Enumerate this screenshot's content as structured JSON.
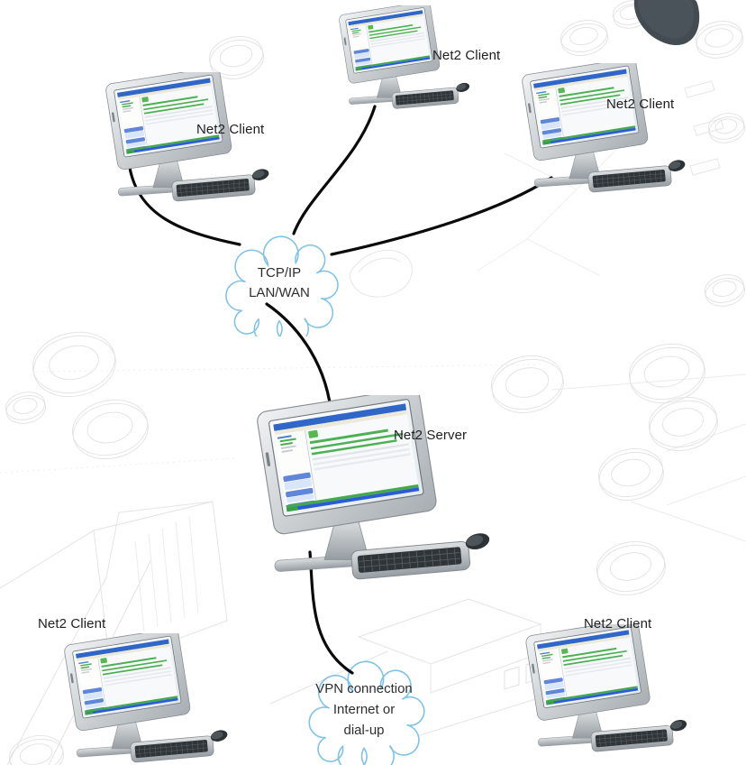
{
  "diagram": {
    "nodes": [
      {
        "id": "client-top-left",
        "type": "client",
        "label": "Net2 Client"
      },
      {
        "id": "client-top-center",
        "type": "client",
        "label": "Net2 Client"
      },
      {
        "id": "client-top-right",
        "type": "client",
        "label": "Net2 Client"
      },
      {
        "id": "server",
        "type": "server",
        "label": "Net2 Server"
      },
      {
        "id": "client-bottom-left",
        "type": "client",
        "label": "Net2 Client"
      },
      {
        "id": "client-bottom-right",
        "type": "client",
        "label": "Net2 Client"
      }
    ],
    "clouds": [
      {
        "id": "lan-wan",
        "line1": "TCP/IP",
        "line2": "LAN/WAN"
      },
      {
        "id": "vpn",
        "line1": "VPN connection",
        "line2": "Internet or",
        "line3": "dial-up"
      }
    ],
    "connections": [
      {
        "from": "client-top-left",
        "to": "lan-wan"
      },
      {
        "from": "client-top-center",
        "to": "lan-wan"
      },
      {
        "from": "client-top-right",
        "to": "lan-wan"
      },
      {
        "from": "lan-wan",
        "to": "server"
      },
      {
        "from": "server",
        "to": "vpn"
      }
    ],
    "colors": {
      "cloud_stroke": "#7ec2e8",
      "connector": "#0a0a0a",
      "label_text": "#1f1f1f",
      "background": "#ffffff"
    }
  }
}
